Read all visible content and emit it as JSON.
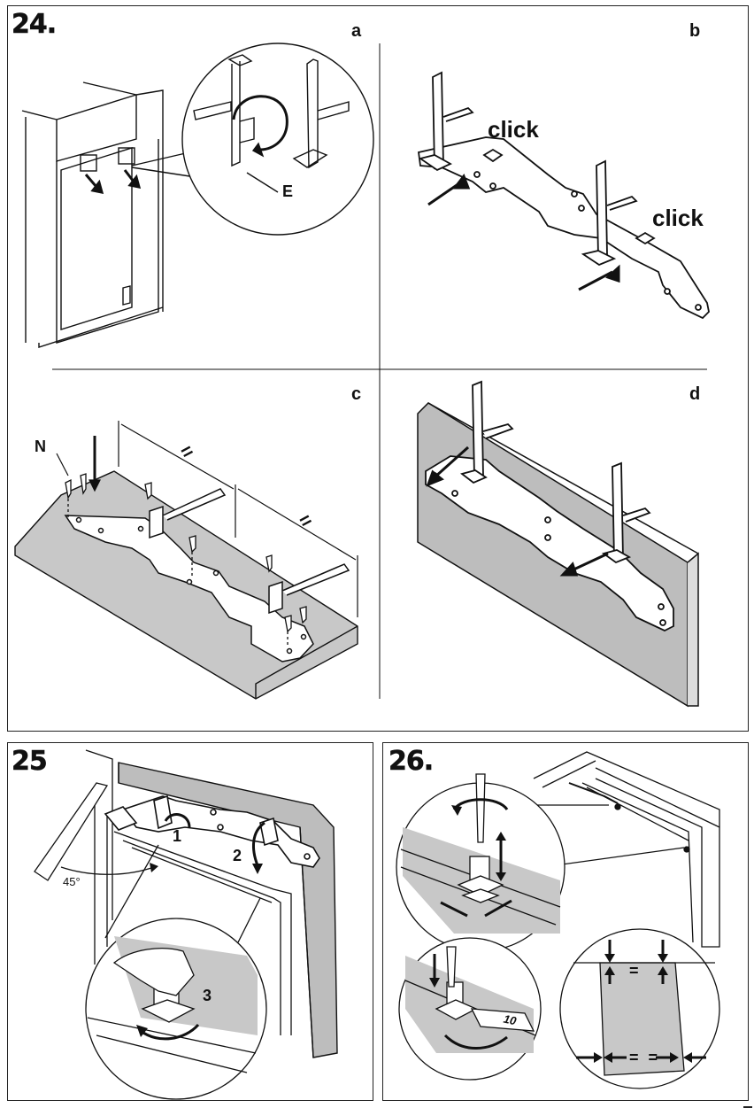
{
  "step24": {
    "number": "24.",
    "panels": {
      "a": {
        "letter": "a",
        "callout_label": "E"
      },
      "b": {
        "letter": "b",
        "click_1": "click",
        "click_2": "click"
      },
      "c": {
        "letter": "c",
        "screw_label": "N",
        "equal_1": "=",
        "equal_2": "="
      },
      "d": {
        "letter": "d"
      }
    }
  },
  "step25": {
    "number": "25",
    "angle_label": "45°",
    "step_1": "1",
    "step_2": "2",
    "step_3": "3"
  },
  "step26": {
    "number": "26.",
    "wrench_size": "10",
    "equal_top": "=",
    "equal_bottom": "= ="
  },
  "colors": {
    "line": "#111111",
    "panel_grey": "#c8c8c8",
    "door_grey": "#bdbdbd"
  }
}
